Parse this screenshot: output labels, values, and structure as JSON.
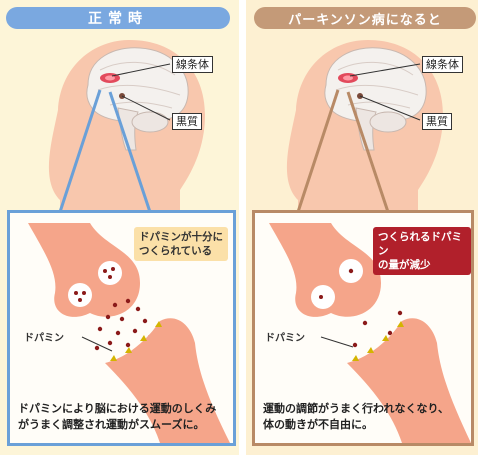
{
  "normal": {
    "title": "正常時",
    "label_striatum": "線条体",
    "label_substantia_nigra": "黒質",
    "callout_line1": "ドパミンが十分に",
    "callout_line2": "つくられている",
    "dopamine_label": "ドパミン",
    "caption_line1": "ドパミンにより脳における運動のしくみ",
    "caption_line2": "がうまく調整され運動がスムーズに。"
  },
  "parkinson": {
    "title": "パーキンソン病になると",
    "label_striatum": "線条体",
    "label_substantia_nigra": "黒質",
    "callout_line1": "つくられるドパミン",
    "callout_line2": "の量が減少",
    "dopamine_label": "ドパミン",
    "caption_line1": "運動の調節がうまく行われなくなり、",
    "caption_line2": "体の動きが不自由に。"
  },
  "colors": {
    "normal_accent": "#7aa8e0",
    "parkinson_accent": "#c49a78",
    "warning": "#b1202b",
    "neuron": "#f5a58a",
    "dopamine": "#8b1a1a"
  }
}
